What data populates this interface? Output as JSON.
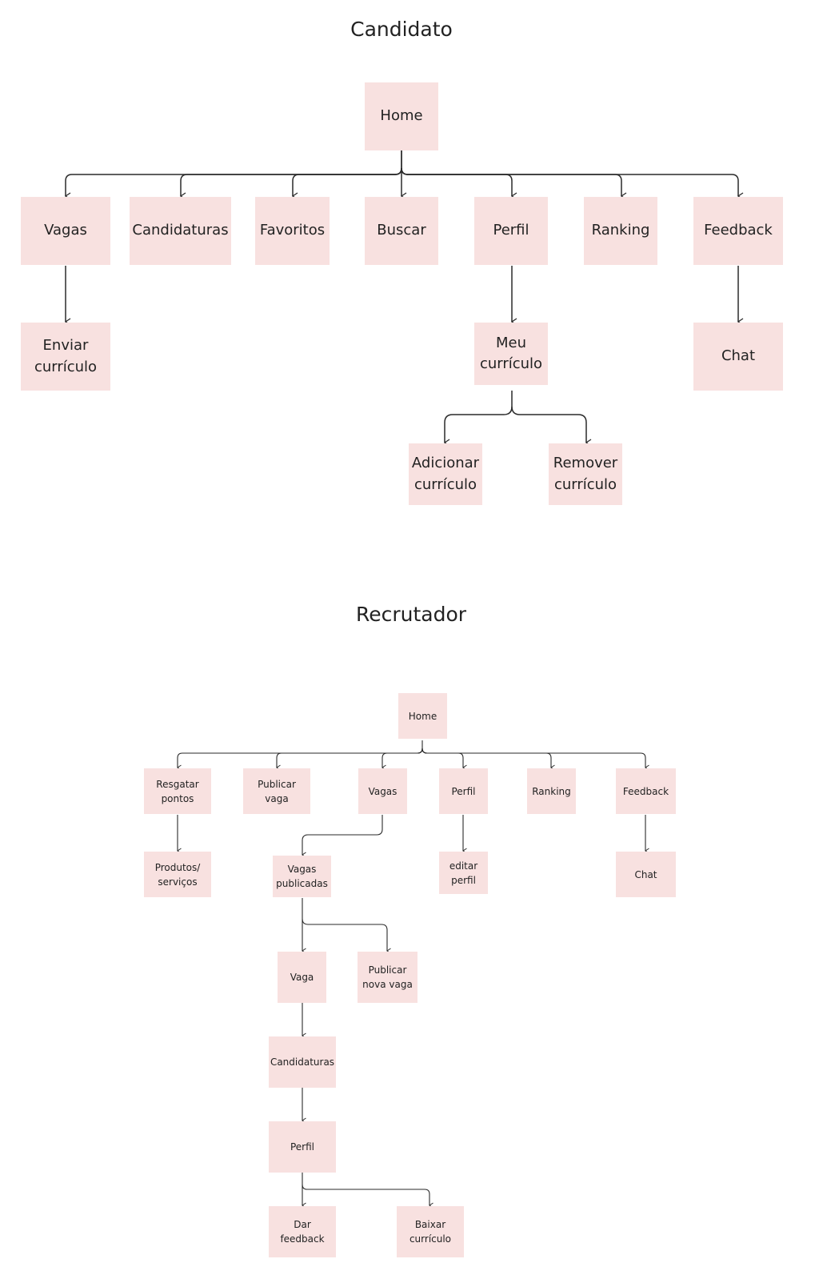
{
  "candidato": {
    "title": "Candidato",
    "nodes": {
      "home": "Home",
      "vagas": "Vagas",
      "candidaturas": "Candidaturas",
      "favoritos": "Favoritos",
      "buscar": "Buscar",
      "perfil": "Perfil",
      "ranking": "Ranking",
      "feedback": "Feedback",
      "enviar_curriculo": "Enviar\ncurrículo",
      "meu_curriculo": "Meu\ncurrículo",
      "chat": "Chat",
      "adicionar_curriculo": "Adicionar\ncurrículo",
      "remover_curriculo": "Remover\ncurrículo"
    }
  },
  "recrutador": {
    "title": "Recrutador",
    "nodes": {
      "home": "Home",
      "resgatar_pontos": "Resgatar\npontos",
      "publicar_vaga": "Publicar vaga",
      "vagas": "Vagas",
      "perfil": "Perfil",
      "ranking": "Ranking",
      "feedback": "Feedback",
      "produtos_servicos": "Produtos/\nserviços",
      "vagas_publicadas": "Vagas\npublicadas",
      "editar_perfil": "editar\nperfil",
      "chat": "Chat",
      "vaga": "Vaga",
      "publicar_nova_vaga": "Publicar\nnova vaga",
      "candidaturas": "Candidaturas",
      "perfil_candidato": "Perfil",
      "dar_feedback": "Dar feedback",
      "baixar_curriculo": "Baixar\ncurrículo"
    }
  },
  "colors": {
    "node_fill": "#f8e1e0",
    "edge": "#2a2a2a"
  }
}
